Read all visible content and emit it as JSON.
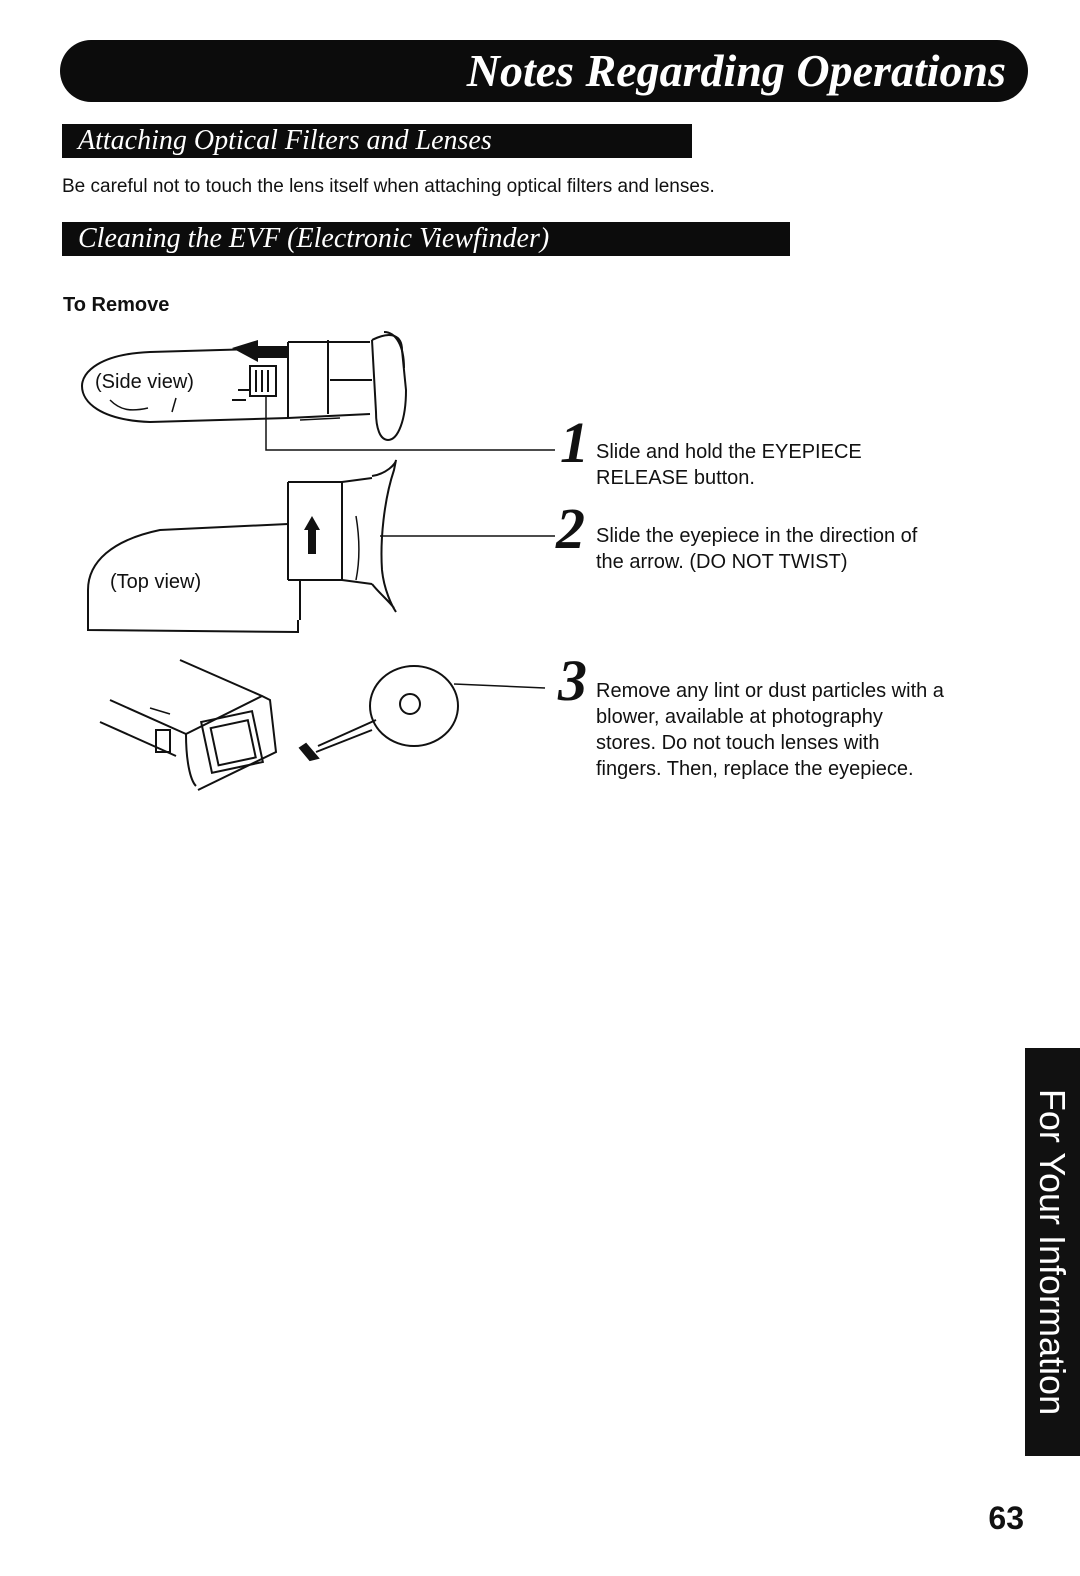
{
  "header": {
    "title": "Notes Regarding Operations"
  },
  "section_filters": {
    "heading": "Attaching Optical Filters and Lenses",
    "body": "Be careful not to touch the lens itself when attaching optical filters and lenses."
  },
  "section_evf": {
    "heading": "Cleaning the EVF (Electronic Viewfinder)",
    "subheading": "To Remove",
    "labels": {
      "side_view": "(Side view)",
      "top_view": "(Top view)"
    },
    "steps": [
      {
        "num": "1",
        "lines": [
          "Slide and hold the EYEPIECE",
          "RELEASE button."
        ]
      },
      {
        "num": "2",
        "lines": [
          "Slide the eyepiece in the direction of",
          "the arrow. (DO NOT TWIST)"
        ]
      },
      {
        "num": "3",
        "lines": [
          "Remove any lint or dust particles with a",
          "blower, available at photography",
          "stores. Do not touch lenses with",
          "fingers. Then, replace the eyepiece."
        ]
      }
    ]
  },
  "side_tab": {
    "label": "For Your Information"
  },
  "footer": {
    "page_number": "63"
  }
}
